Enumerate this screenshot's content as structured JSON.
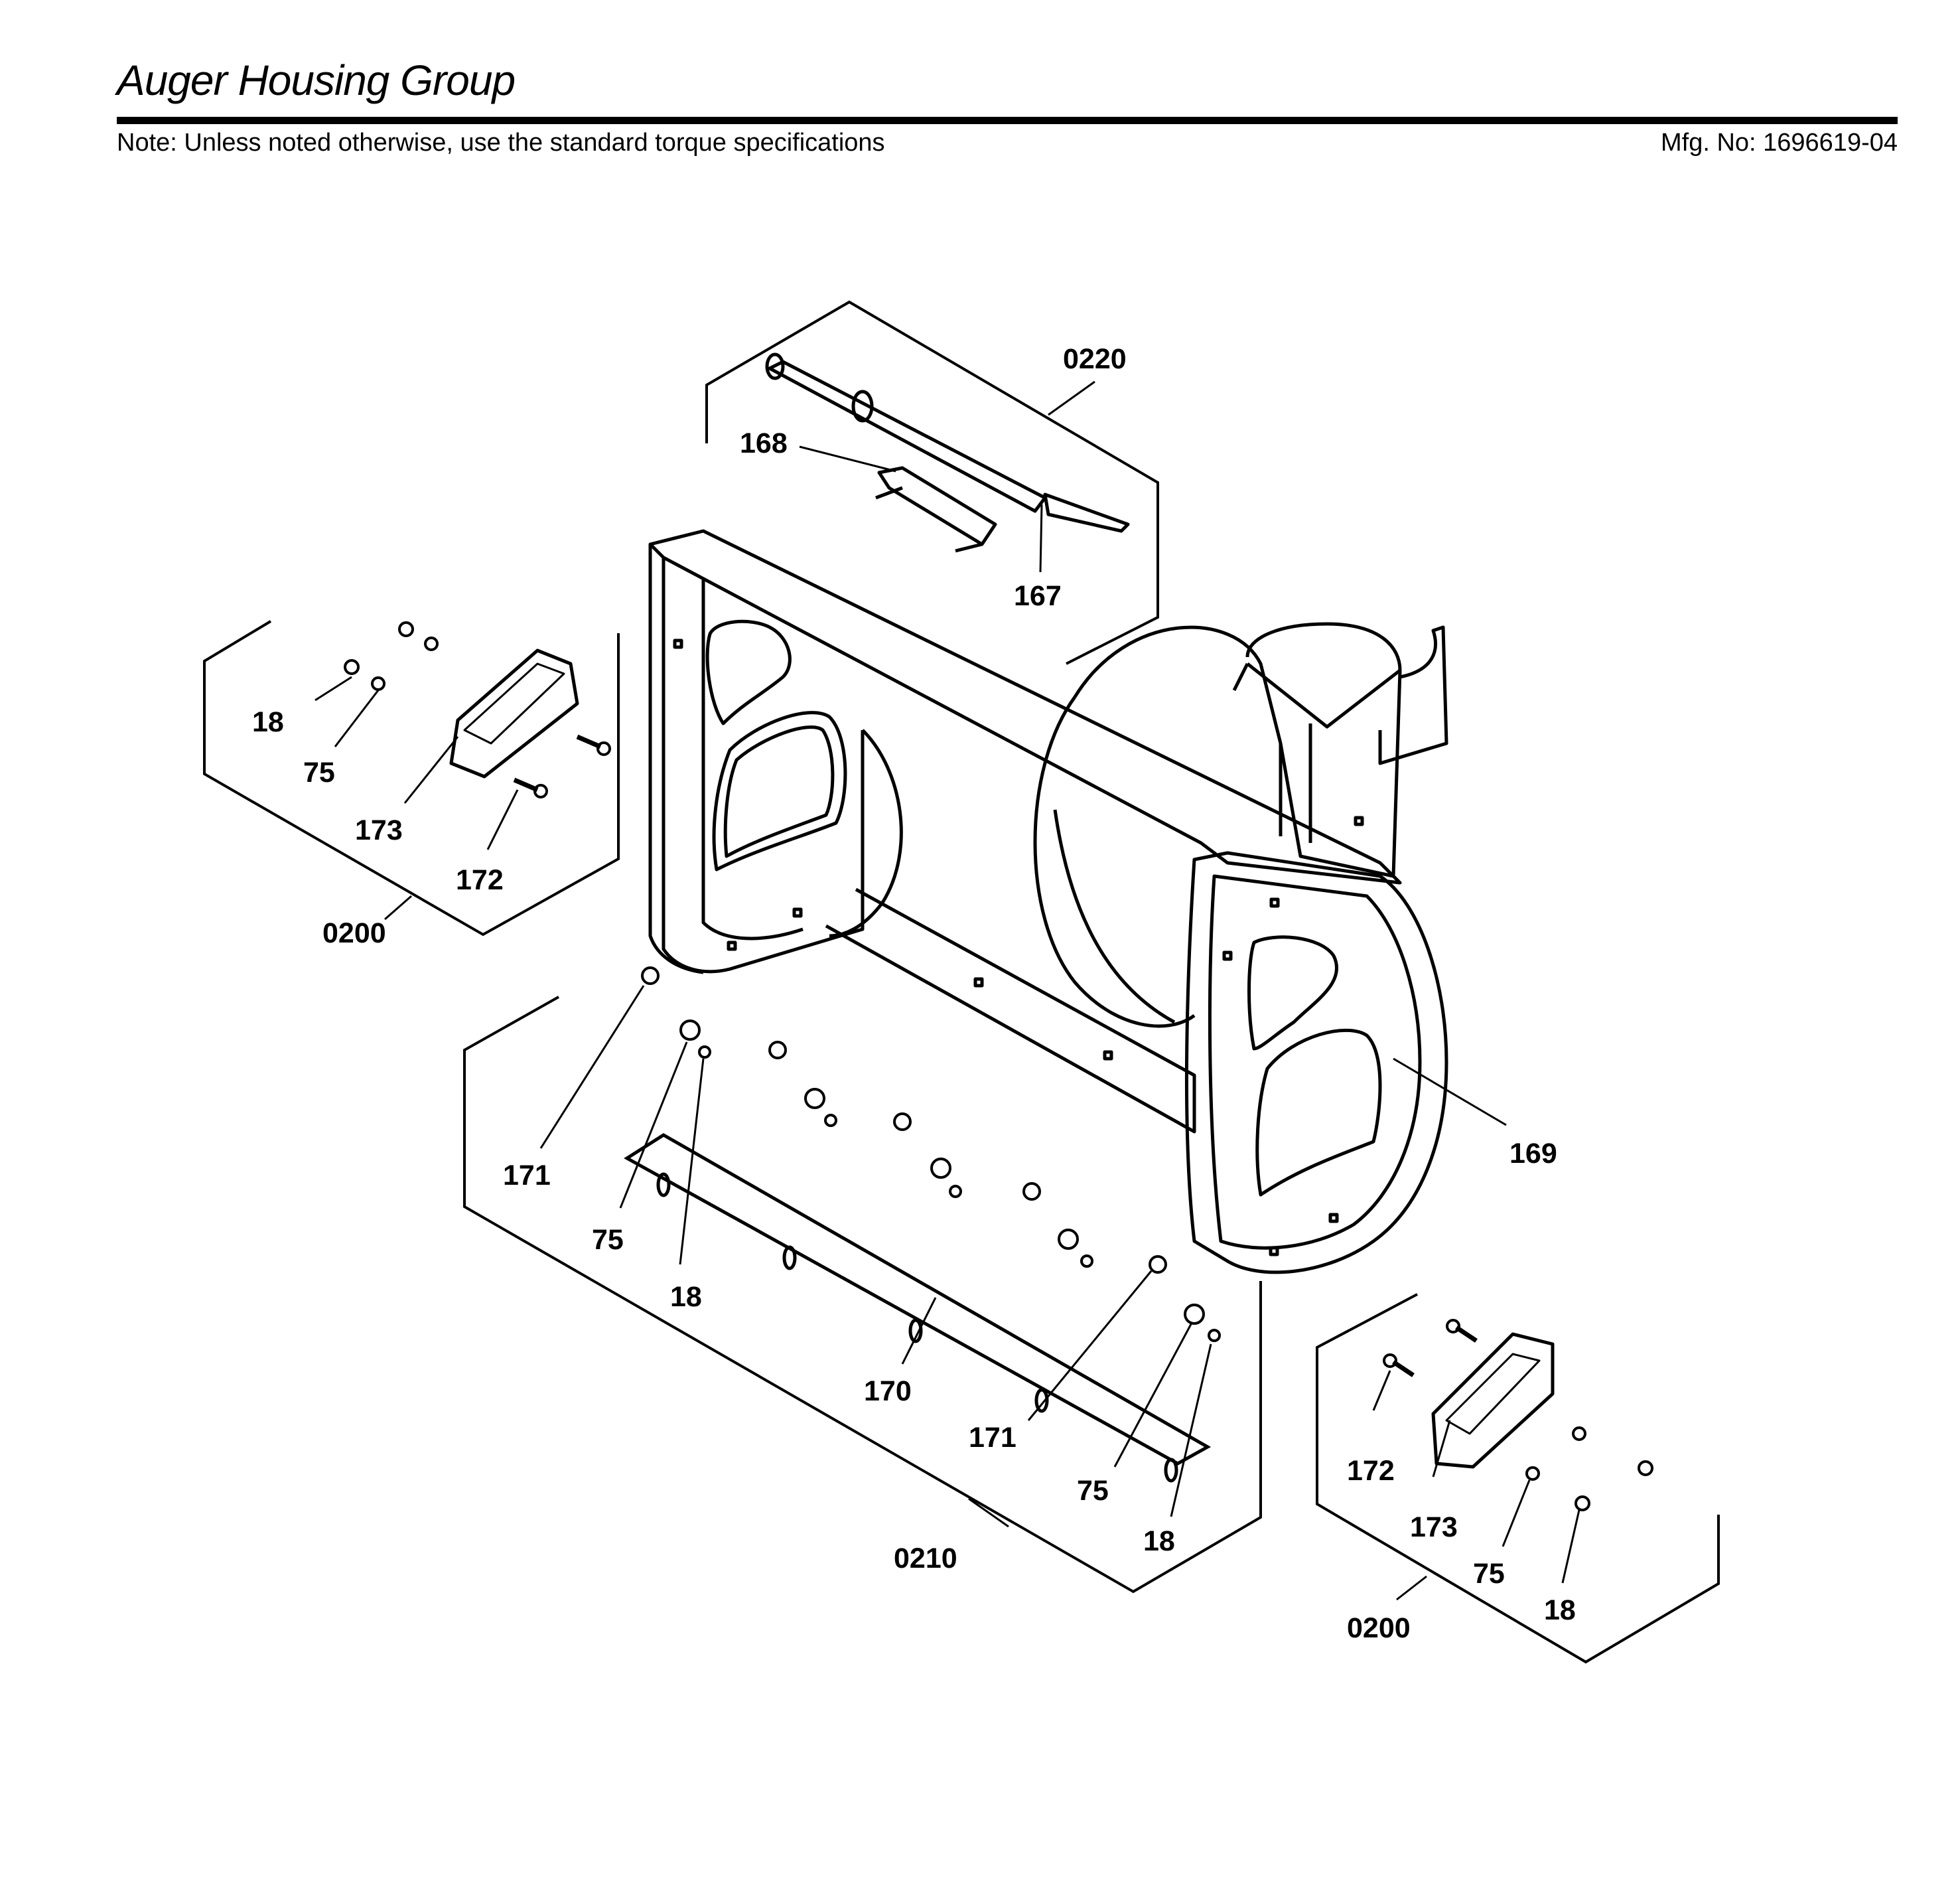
{
  "header": {
    "title": "Auger Housing Group",
    "note": "Note: Unless noted otherwise, use the standard torque specifications",
    "mfg_no": "Mfg. No: 1696619-04"
  },
  "callouts": {
    "c0220": "0220",
    "c168": "168",
    "c167": "167",
    "c0200_left": "0200",
    "c18_left": "18",
    "c75_left": "75",
    "c173_left": "173",
    "c172_left": "172",
    "c169": "169",
    "c171_a": "171",
    "c75_mid_a": "75",
    "c18_mid_a": "18",
    "c170": "170",
    "c171_b": "171",
    "c75_mid_b": "75",
    "c18_mid_b": "18",
    "c0210": "0210",
    "c172_right": "172",
    "c173_right": "173",
    "c75_right": "75",
    "c18_right": "18",
    "c0200_right": "0200"
  }
}
